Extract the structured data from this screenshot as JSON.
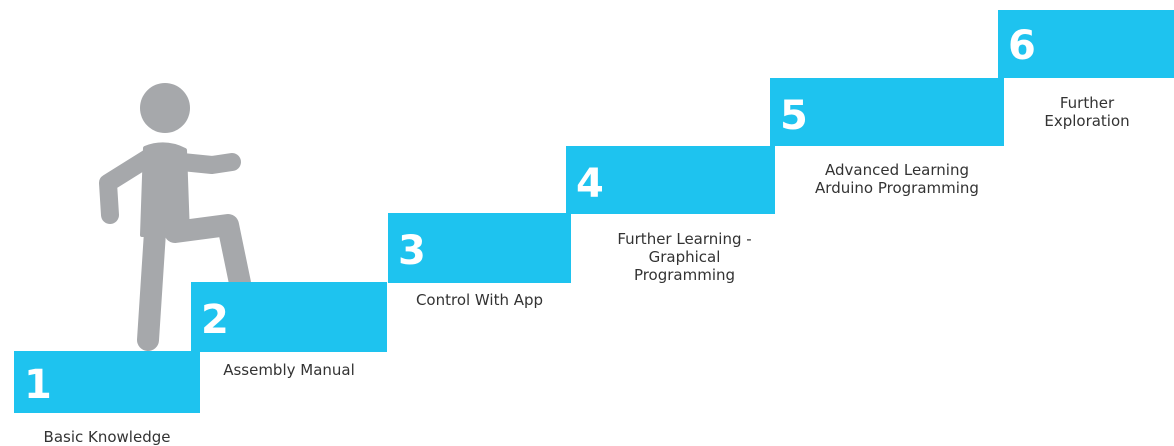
{
  "accent_color": "#1ec3ef",
  "figure_color": "#a6a8ab",
  "figure_icon": "person-climbing-stairs-icon",
  "steps": [
    {
      "number": "1",
      "label": "Basic Knowledge"
    },
    {
      "number": "2",
      "label": "Assembly Manual"
    },
    {
      "number": "3",
      "label": "Control With App"
    },
    {
      "number": "4",
      "label": "Further Learning -\nGraphical\nProgramming"
    },
    {
      "number": "5",
      "label": "Advanced Learning\nArduino Programming"
    },
    {
      "number": "6",
      "label": "Further\nExploration"
    }
  ]
}
